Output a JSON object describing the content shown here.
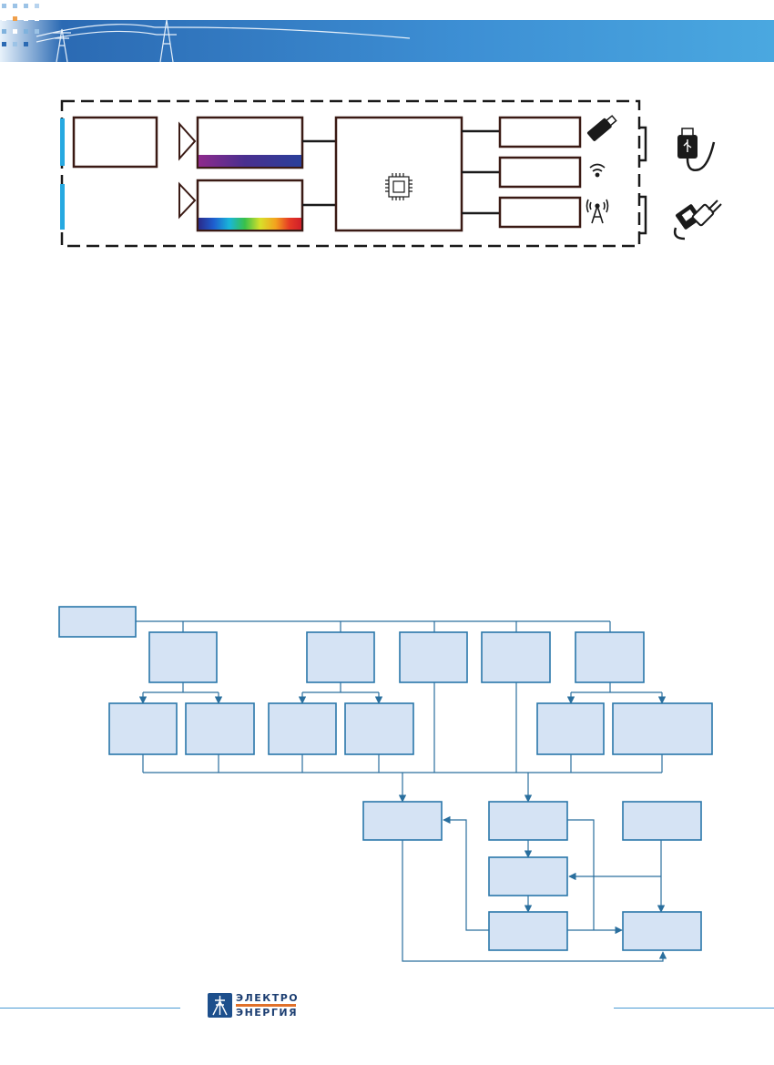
{
  "logo": {
    "line1": "ЭЛЕКТРО",
    "line2": "ЭНЕРГИЯ"
  },
  "icons": {
    "header": "power-line-towers",
    "chip": "microchip-icon",
    "usb_stick": "usb-stick-icon",
    "wifi": "wifi-icon",
    "antenna": "radio-tower-icon",
    "usb_cable": "usb-cable-icon",
    "ethernet_cable": "ethernet-cable-icon"
  },
  "colors": {
    "header_start": "#1f5ea8",
    "header_end": "#4aa8e0",
    "flow_box_fill": "#d5e3f4",
    "flow_box_stroke": "#2a77aa",
    "flow_line": "#2a6f9e",
    "block_stroke": "#3a1a14",
    "accent_blue": "#27a9e1"
  }
}
